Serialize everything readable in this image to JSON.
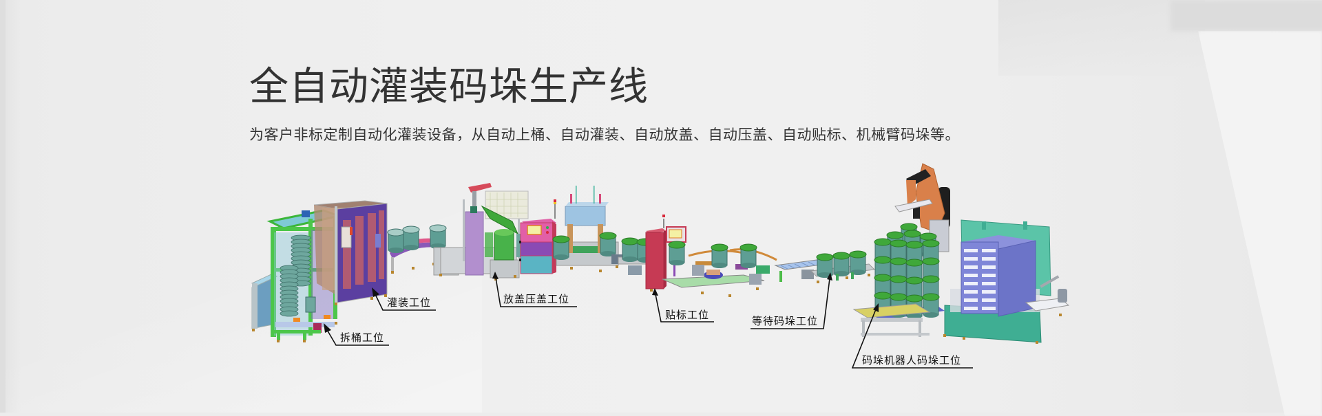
{
  "header": {
    "title": "全自动灌装码垛生产线",
    "subtitle": "为客户非标定制自动化灌装设备，从自动上桶、自动灌装、自动放盖、自动压盖、自动贴标、机械臂码垛等。"
  },
  "diagram": {
    "stations": [
      {
        "id": "unstacking",
        "label": "拆桶工位"
      },
      {
        "id": "filling",
        "label": "灌装工位"
      },
      {
        "id": "capping",
        "label": "放盖压盖工位"
      },
      {
        "id": "labeling",
        "label": "贴标工位"
      },
      {
        "id": "waiting",
        "label": "等待码垛工位"
      },
      {
        "id": "palletizing",
        "label": "码垛机器人码垛工位"
      }
    ]
  },
  "colors": {
    "text": "#333333",
    "background": "#ececec",
    "frame_green": "#4cc64a",
    "panel_purple": "#5b4bb0",
    "bucket_teal": "#5e9e94",
    "lid_green": "#3fa83a",
    "cabinet_red": "#c63a54",
    "cabinet_pink": "#e062a8",
    "robot_orange": "#d9804a",
    "pallet_blue": "#7f86d8",
    "base_teal": "#3fae93"
  }
}
